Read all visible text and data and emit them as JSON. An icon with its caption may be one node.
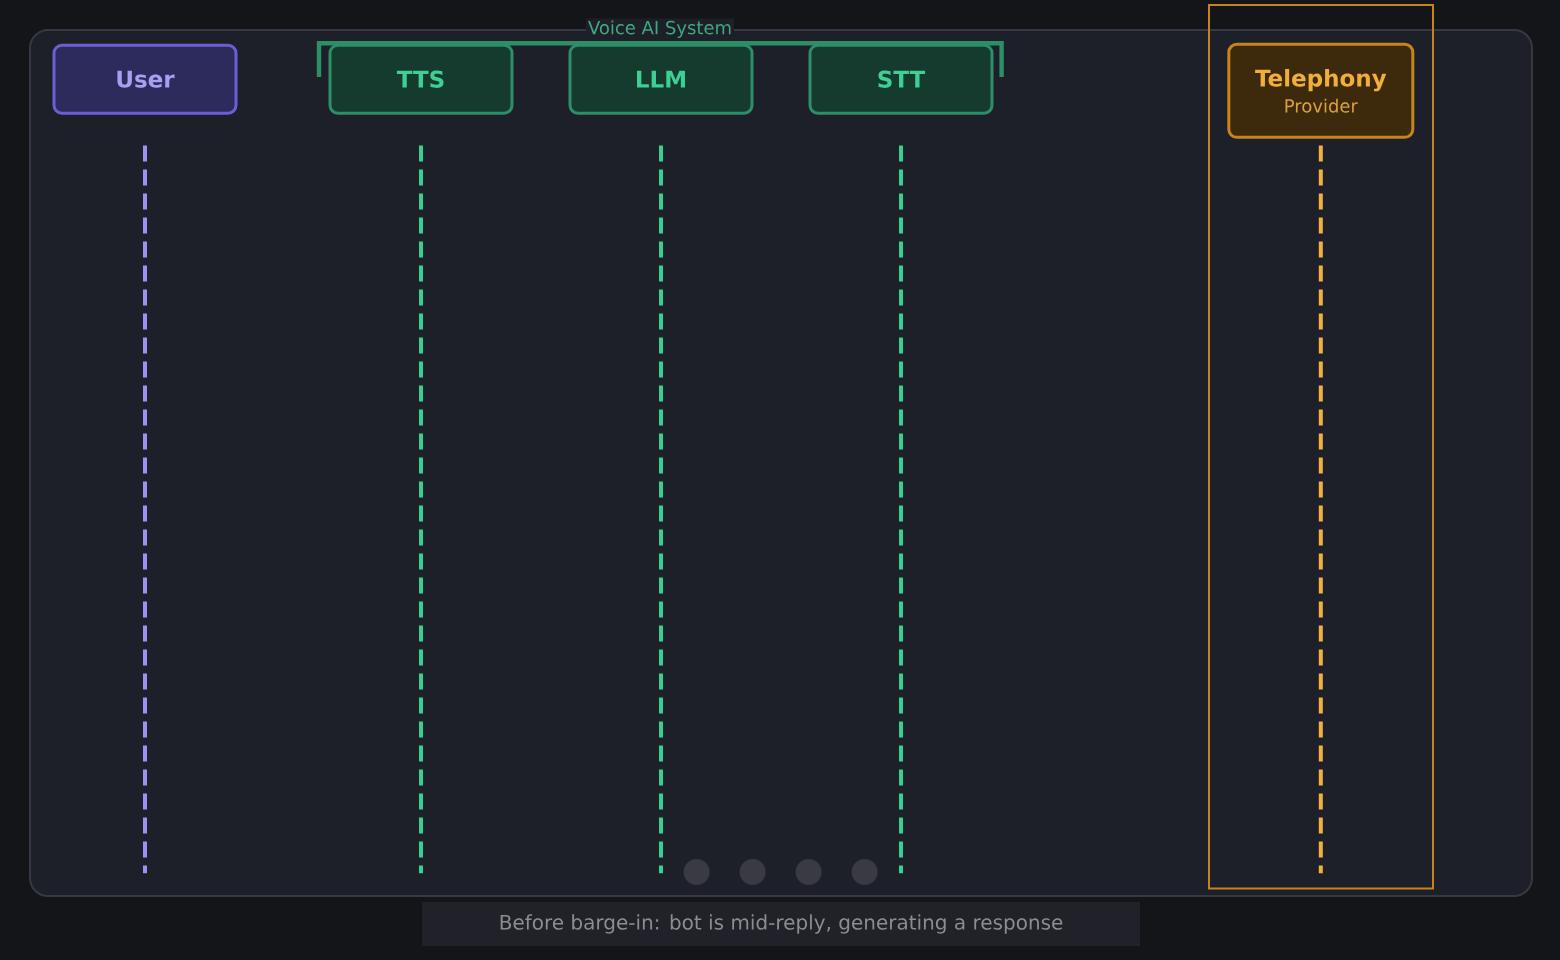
{
  "diagram": {
    "caption": "Before barge-in: bot is mid-reply, generating a response",
    "nodes": [
      {
        "text": [
          "User"
        ]
      },
      {
        "text": [
          "TTS"
        ]
      },
      {
        "text": [
          "LLM"
        ]
      },
      {
        "text": [
          "STT"
        ]
      },
      {
        "text": [
          "Telephony",
          "Provider"
        ]
      }
    ],
    "edges": [
      {
        "from": 0,
        "to": null,
        "arrow": "none",
        "style": "dashed",
        "color": "#9d90f0"
      },
      {
        "from": 1,
        "to": null,
        "arrow": "none",
        "style": "dashed"
      },
      {
        "from": 2,
        "to": null,
        "arrow": "none",
        "style": "dashed"
      },
      {
        "from": 3,
        "to": null,
        "arrow": "none",
        "style": "dashed"
      },
      {
        "from": 4,
        "to": null,
        "arrow": "none",
        "style": "dashed",
        "color": "#f2b03c"
      }
    ],
    "labels": [
      "Voice AI System"
    ]
  }
}
